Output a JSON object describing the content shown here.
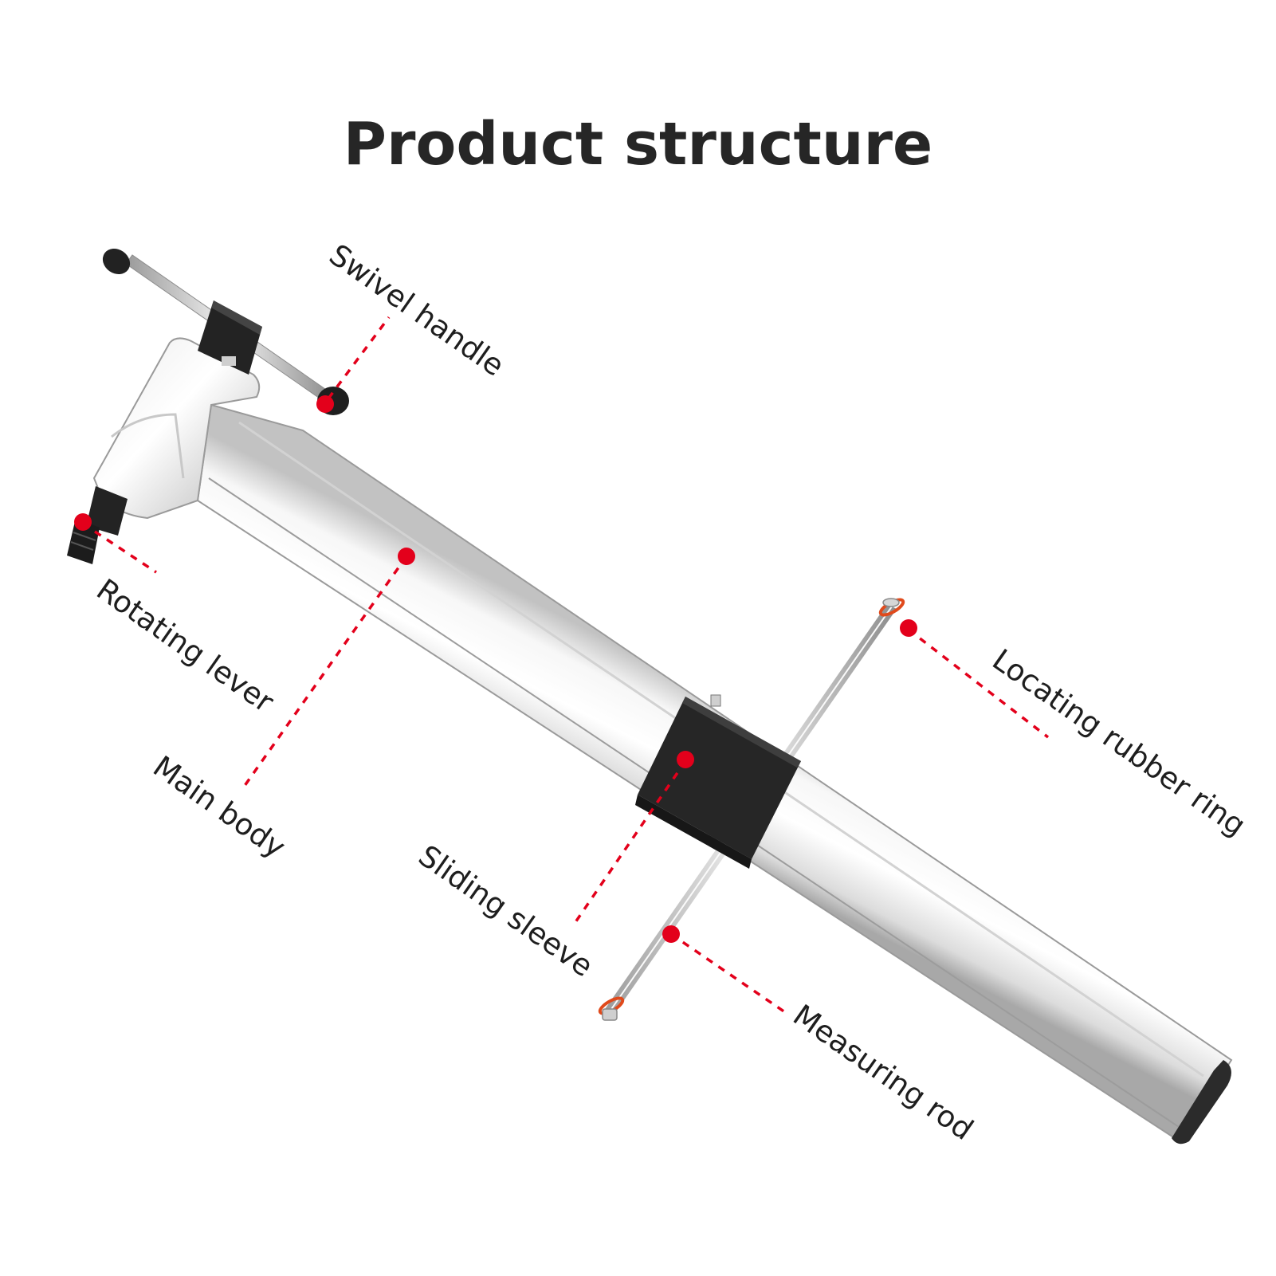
{
  "title": "Product structure",
  "labels": {
    "swivel_handle": "Swivel handle",
    "rotating_lever": "Rotating lever",
    "main_body": "Main body",
    "sliding_sleeve": "Sliding sleeve",
    "locating_rubber_ring": "Locating rubber ring",
    "measuring_rod": "Measuring rod"
  },
  "colors": {
    "marker": "#e3001b",
    "metal_light": "#f4f4f4",
    "metal_dark": "#b4b4b4",
    "black_part": "#262626"
  }
}
